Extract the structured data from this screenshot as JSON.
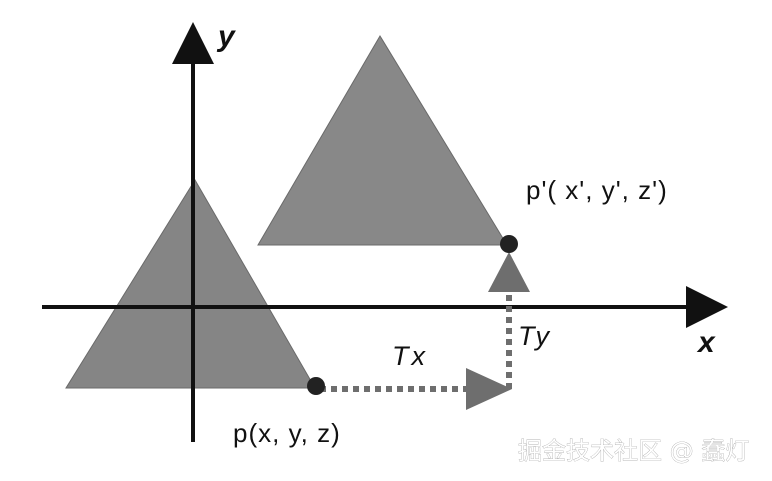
{
  "labels": {
    "y_axis": "y",
    "x_axis": "x",
    "point_original": "p(x, y, z)",
    "point_translated": "p'( x', y', z')",
    "translation_x": "Tx",
    "translation_y": "Ty"
  },
  "watermark": "掘金技术社区 @ 蠢灯",
  "colors": {
    "triangle_fill": "#888888",
    "axis": "#111111",
    "arrow_fill": "#6e6e6e",
    "point": "#222222"
  }
}
